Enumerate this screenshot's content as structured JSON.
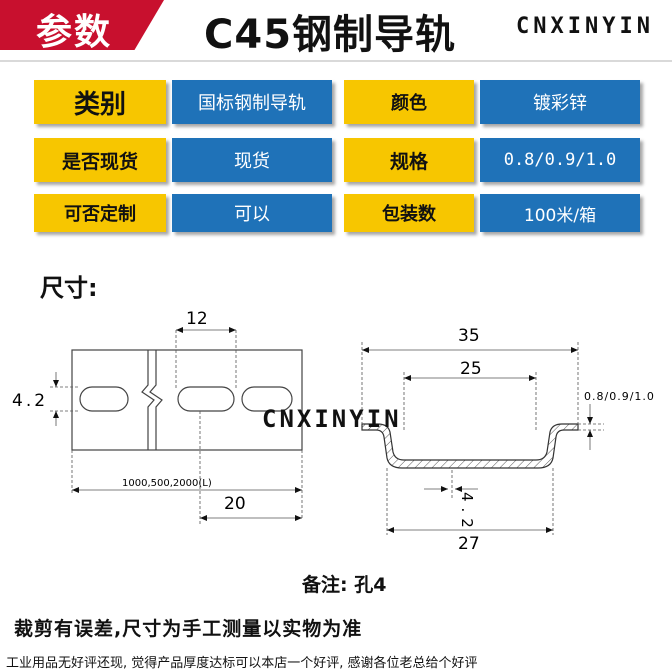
{
  "header": {
    "badge": "参数",
    "title": "C45钢制导轨",
    "brand": "CNXINYIN"
  },
  "specs": [
    {
      "label": "类别",
      "value": "国标钢制导轨"
    },
    {
      "label": "颜色",
      "value": "镀彩锌"
    },
    {
      "label": "是否现货",
      "value": "现货"
    },
    {
      "label": "规格",
      "value": "0.8/0.9/1.0"
    },
    {
      "label": "可否定制",
      "value": "可以"
    },
    {
      "label": "包装数",
      "value": "100米/箱"
    }
  ],
  "drawing": {
    "title": "尺寸:",
    "watermark": "CNXINYIN",
    "left": {
      "dim_pitch": "12",
      "dim_height": "4.2",
      "dim_length": "1000,500,2000(L)",
      "dim_slot": "20"
    },
    "right": {
      "dim_total": "35",
      "dim_inner": "25",
      "dim_thickness": "0.8/0.9/1.0",
      "dim_hole": "4.2",
      "dim_bottom": "27"
    }
  },
  "note": "备注: 孔4",
  "disclaimer": "裁剪有误差,尺寸为手工测量以实物为准",
  "footer": "工业用品无好评还现, 觉得产品厚度达标可以本店一个好评, 感谢各位老总给个好评",
  "colors": {
    "brand_red": "#c8102e",
    "label_yellow": "#f7c600",
    "value_blue": "#1f72b8"
  }
}
